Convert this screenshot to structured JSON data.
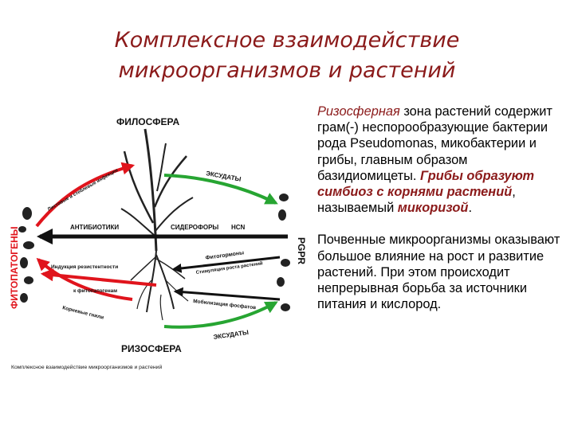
{
  "title": {
    "line1": "Комплексное взаимодействие",
    "line2": "микроорганизмов и растений"
  },
  "diagram": {
    "phyllosphere": "ФИЛОСФЕРА",
    "rhizosphere": "РИЗОСФЕРА",
    "phytopathogens": "ФИТОПАТОГЕНЫ",
    "pgpr": "PGPR",
    "exudates_top": "ЭКСУДАТЫ",
    "exudates_bottom": "ЭКСУДАТЫ",
    "resistant_strains": "Листовые и стеблевые инфекции",
    "antibiotics": "АНТИБИОТИКИ",
    "siderophores": "СИДЕРОФОРЫ",
    "hcn": "HCN",
    "phytohormones": "Фитогормоны",
    "growth_stimulation": "Стимуляция роста растений",
    "resistance_induction": "Индукция резистентности",
    "to_phytopathogens": "к фитопатогенам",
    "root_rot": "Корневые гнили",
    "phosphate_mobilization": "Мобилизация фосфатов",
    "caption": "Комплексное взаимодействие микроорганизмов и растений",
    "colors": {
      "red": "#e0141c",
      "green": "#27a532",
      "black": "#111111"
    }
  },
  "text": {
    "p1_rhizo": "Ризосферная",
    "p1_a": " зона растений содержит грам(-) неспорообразующие бактерии рода Pseudomonas, микобактерии и грибы, главным образом базидиомицеты. ",
    "p1_fungi": "Грибы образуют симбиоз с корнями растений",
    "p1_b": ", называемый ",
    "p1_myco": "микоризой",
    "p1_c": ".",
    "p2": "Почвенные микроорганизмы оказывают большое влияние на рост и развитие растений. При этом происходит непрерывная борьба за источники питания и кислород."
  }
}
